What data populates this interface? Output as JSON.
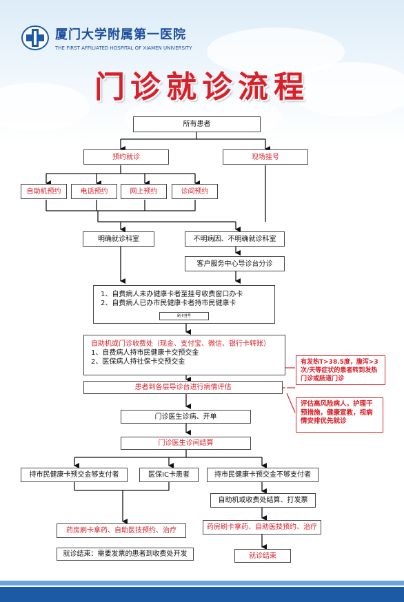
{
  "header": {
    "hospital_name": "厦门大学附属第一医院",
    "hospital_name_en": "THE FIRST AFFILIATED HOSPITAL OF XIAMEN UNIVERSITY",
    "title": "门诊就诊流程"
  },
  "flow": {
    "all_patients": "所有患者",
    "appointment": "预约就诊",
    "walk_in": "现场挂号",
    "methods": [
      "自助机预约",
      "电话预约",
      "网上预约",
      "诊间预约"
    ],
    "known_dept": "明确就诊科室",
    "unknown_dept": "不明病因、不明确就诊科室",
    "triage": "客户服务中心导诊台分诊",
    "card_lines": [
      "1、自费病人未办健康卡者至挂号收费窗口办卡",
      "2、自费病人已办市民健康卡者持市民健康卡"
    ],
    "card_tiny": "刷卡挂号",
    "payment_title": "自助机或门诊收费处（现金、支付宝、微信、银行卡转账）",
    "payment_lines": [
      "1、自费病人持市民健康卡交预交金",
      "2、医保病人持社保卡交预交金"
    ],
    "fever_note": "有发热T>38.5度，腹泻>3次/天等症状的患者转到发热门诊或肠道门诊",
    "assessment": "患者到各层导诊台进行病情评估",
    "risk_note": "评估高风险病人，护理干预措施，健康宣教，视病情安排优先就诊",
    "doctor": "门诊医生诊病、开单",
    "settlement": "门诊医生诊间结算",
    "sufficient": "持市民健康卡预交金够支付者",
    "medical_card": "医保IC卡患者",
    "insufficient": "持市民健康卡预交金不够支付者",
    "self_pay": "自助机或收费处结算、打发票",
    "pharmacy_left": "药房刷卡拿药、自助医技预约、治疗",
    "pharmacy_right": "药房刷卡拿药、自助医技预约、治疗",
    "end_left": "就诊结束：需要发票的患者到收费处开发",
    "end_right": "就诊结束"
  },
  "colors": {
    "accent_red": "#d8202a",
    "brand_blue": "#1c5aa6"
  }
}
